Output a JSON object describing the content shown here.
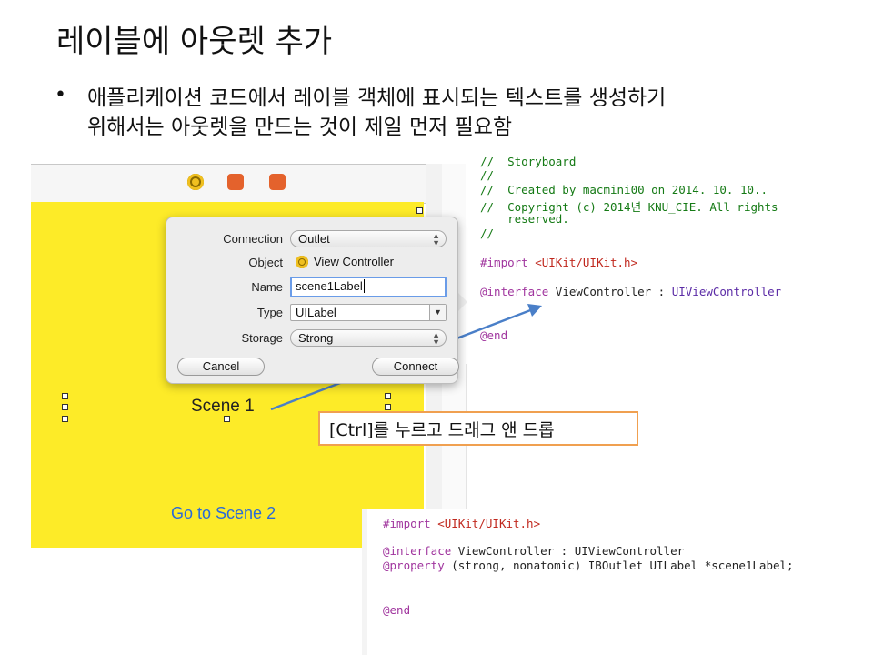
{
  "slide": {
    "title": "레이블에 아웃렛 추가",
    "bullet_marker": "•",
    "bullet_line_1": "애플리케이션 코드에서 레이블 객체에 표시되는 텍스트를 생성하기",
    "bullet_line_2": "위해서는 아웃렛을 만드는 것이 제일 먼저 필요함"
  },
  "storyboard": {
    "scene_label": "Scene 1",
    "go_button_label": "Go to Scene 2"
  },
  "code_top": {
    "line_1": "//  Storyboard",
    "line_2": "//",
    "line_3": "//  Created by macmini00 on 2014. 10. 10..",
    "line_4": "//  Copyright (c) 2014년 KNU_CIE. All rights",
    "line_5": "    reserved.",
    "line_6": "//",
    "import_kw": "#import ",
    "import_path": "<UIKit/UIKit.h>",
    "interface_kw": "@interface",
    "interface_name": " ViewController : ",
    "interface_super": "UIViewController",
    "end_kw": "@end"
  },
  "popover": {
    "connection_label": "Connection",
    "connection_value": "Outlet",
    "object_label": "Object",
    "object_value": "View Controller",
    "name_label": "Name",
    "name_value": "scene1Label",
    "type_label": "Type",
    "type_value": "UILabel",
    "storage_label": "Storage",
    "storage_value": "Strong",
    "cancel_label": "Cancel",
    "connect_label": "Connect"
  },
  "callout": {
    "text": "[Ctrl]를 누르고 드래그 앤 드롭"
  },
  "code_bottom": {
    "import_kw": "#import ",
    "import_path": "<UIKit/UIKit.h>",
    "interface_kw": "@interface",
    "interface_rest": " ViewController : UIViewController",
    "property_kw": "@property",
    "property_rest": " (strong, nonatomic) IBOutlet UILabel *scene1Label;",
    "end_kw": "@end"
  },
  "colors": {
    "canvas_yellow": "#fdeb28",
    "link_blue": "#2a6ad8",
    "callout_border": "#f0a050",
    "arrow_blue": "#4a7fc8"
  }
}
